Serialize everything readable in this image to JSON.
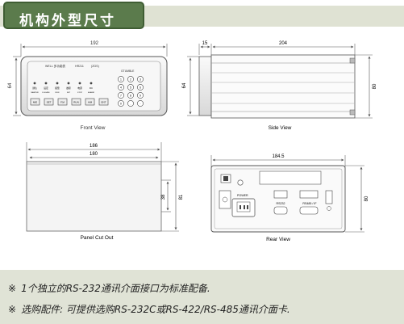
{
  "header": {
    "title": "机构外型尺寸"
  },
  "front_view": {
    "caption": "Front View",
    "dim_width": "192",
    "dim_height": "64",
    "brand_text": "WELL 多功能表",
    "model_text": "HR211",
    "model_box": "(ZGS)",
    "tumble_text": "GTUMBLE",
    "led_labels": [
      "通信",
      "设定",
      "报警",
      "故障",
      "电源",
      "DC"
    ],
    "led_labels_row2": [
      "MASTER",
      "E-SLAVE",
      "RUN",
      "SET",
      "STOP",
      "ALARM"
    ],
    "buttons": [
      "M/E",
      "SET",
      "F.M",
      "RUN",
      "A/M",
      "ENT"
    ],
    "keypad": [
      "1",
      "2",
      "3",
      "4",
      "5",
      "6",
      "7",
      "8",
      "9",
      "0",
      ".",
      "-"
    ]
  },
  "side_view": {
    "caption": "Side View",
    "dim_front": "15",
    "dim_depth": "204",
    "dim_height_left": "64",
    "dim_height_right": "80"
  },
  "panel_cutout": {
    "caption": "Panel Cut Out",
    "dim_outer": "186",
    "dim_inner": "180",
    "dim_height_inner": "38",
    "dim_height_outer": "81"
  },
  "rear_view": {
    "caption": "Rear View",
    "dim_width": "184.5",
    "dim_height": "80",
    "label_power": "POWER",
    "label_rs232": "RS232",
    "label_rs485": "RS485 / IF"
  },
  "notes": [
    "1个独立的RS-232通讯介面接口为标准配备.",
    "选购配件: 可提供选购RS-232C或RS-422/RS-485通讯介面卡."
  ],
  "note_symbol": "※"
}
